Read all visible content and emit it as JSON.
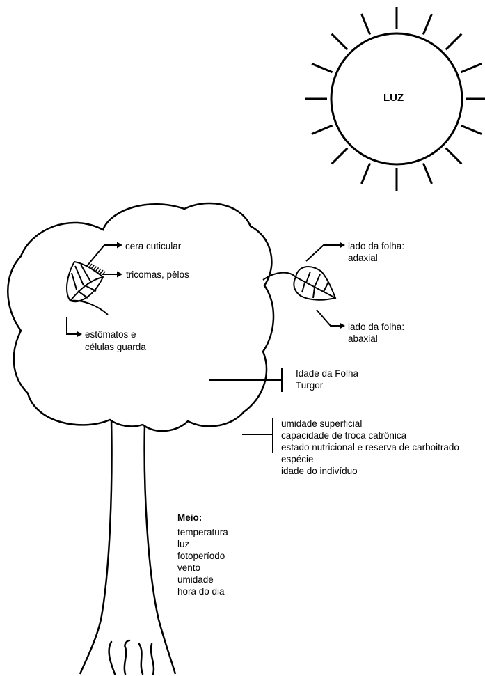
{
  "sun": {
    "label": "LUZ"
  },
  "leaf_inside": {
    "cuticle": "cera cuticular",
    "trichomes": "tricomas, pêlos",
    "stomata_line1": "estômatos e",
    "stomata_line2": "células guarda"
  },
  "leaf_outside": {
    "adaxial_line1": "lado da folha:",
    "adaxial_line2": "adaxial",
    "abaxial_line1": "lado da folha:",
    "abaxial_line2": "abaxial"
  },
  "leaf_factors": [
    "Idade da Folha",
    "Turgor"
  ],
  "plant_factors": [
    "umidade superficial",
    "capacidade de troca catrônica",
    "estado nutricional e reserva de carboitrado",
    "espécie",
    "idade do indivíduo"
  ],
  "environment": {
    "title": "Meio:",
    "items": [
      "temperatura",
      "luz",
      "fotoperíodo",
      "vento",
      "umidade",
      "hora do dia"
    ]
  }
}
